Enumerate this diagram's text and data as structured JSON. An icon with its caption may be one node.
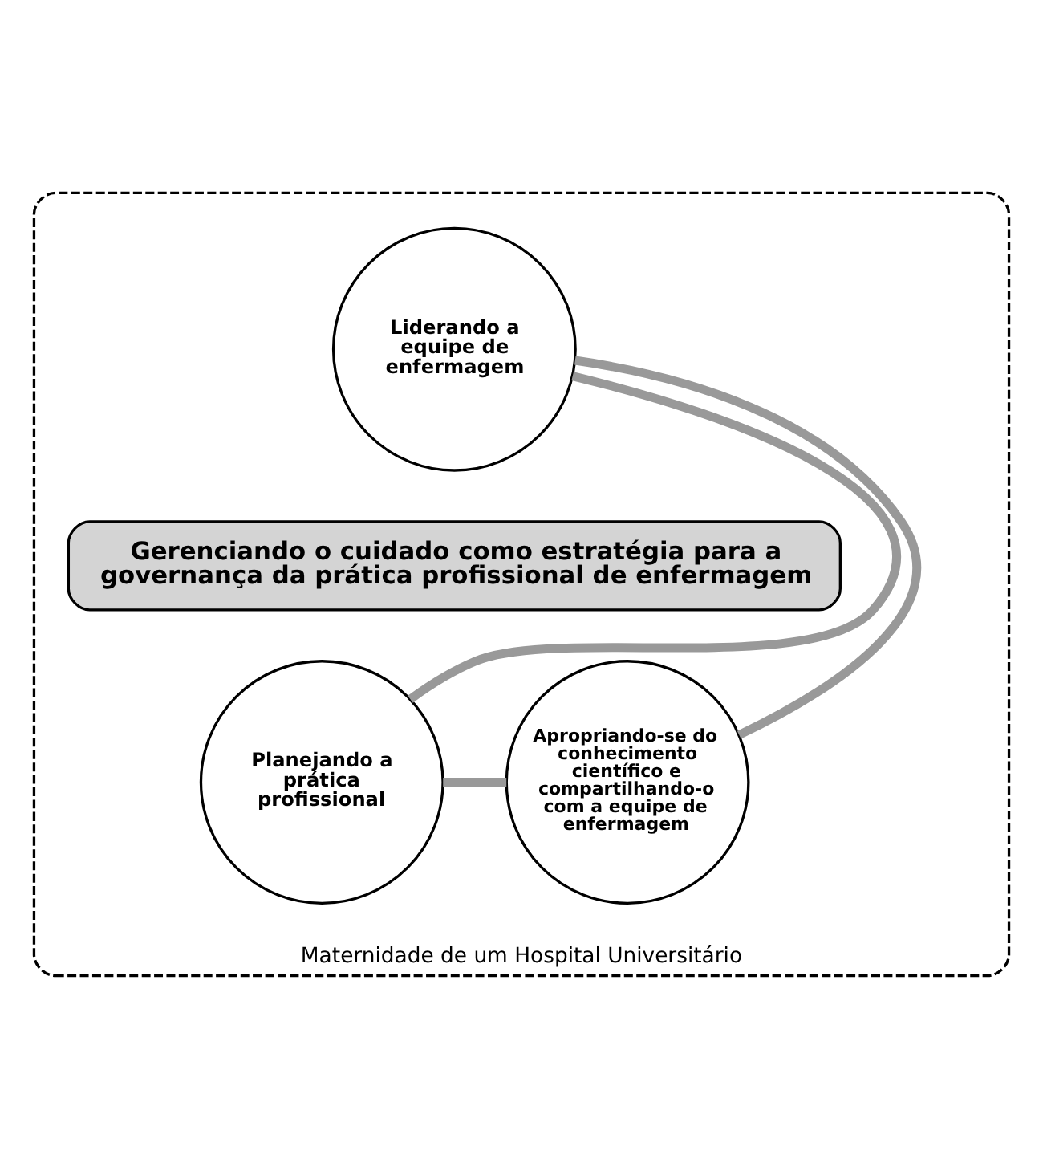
{
  "diagram": {
    "nodes": [
      {
        "text": [
          "Maternidade de um Hospital Universitário"
        ]
      },
      {
        "text": [
          "Liderando a equipe de enfermagem"
        ],
        "in": 0
      },
      {
        "text": [
          "Gerenciando o cuidado como estratégia para a governança da prática profissional de enfermagem"
        ],
        "in": 0
      },
      {
        "text": [
          "Planejando a prática profissional"
        ],
        "in": 0
      },
      {
        "text": [
          "Apropriando-se do conhecimento científico e compartilhando-o com a equipe de enfermagem"
        ],
        "in": 0
      }
    ],
    "edges": [
      {
        "from": 1,
        "to": 3,
        "arrow": "none"
      },
      {
        "from": 1,
        "to": 4,
        "arrow": "none"
      },
      {
        "from": 3,
        "to": 4,
        "arrow": "none"
      }
    ]
  }
}
